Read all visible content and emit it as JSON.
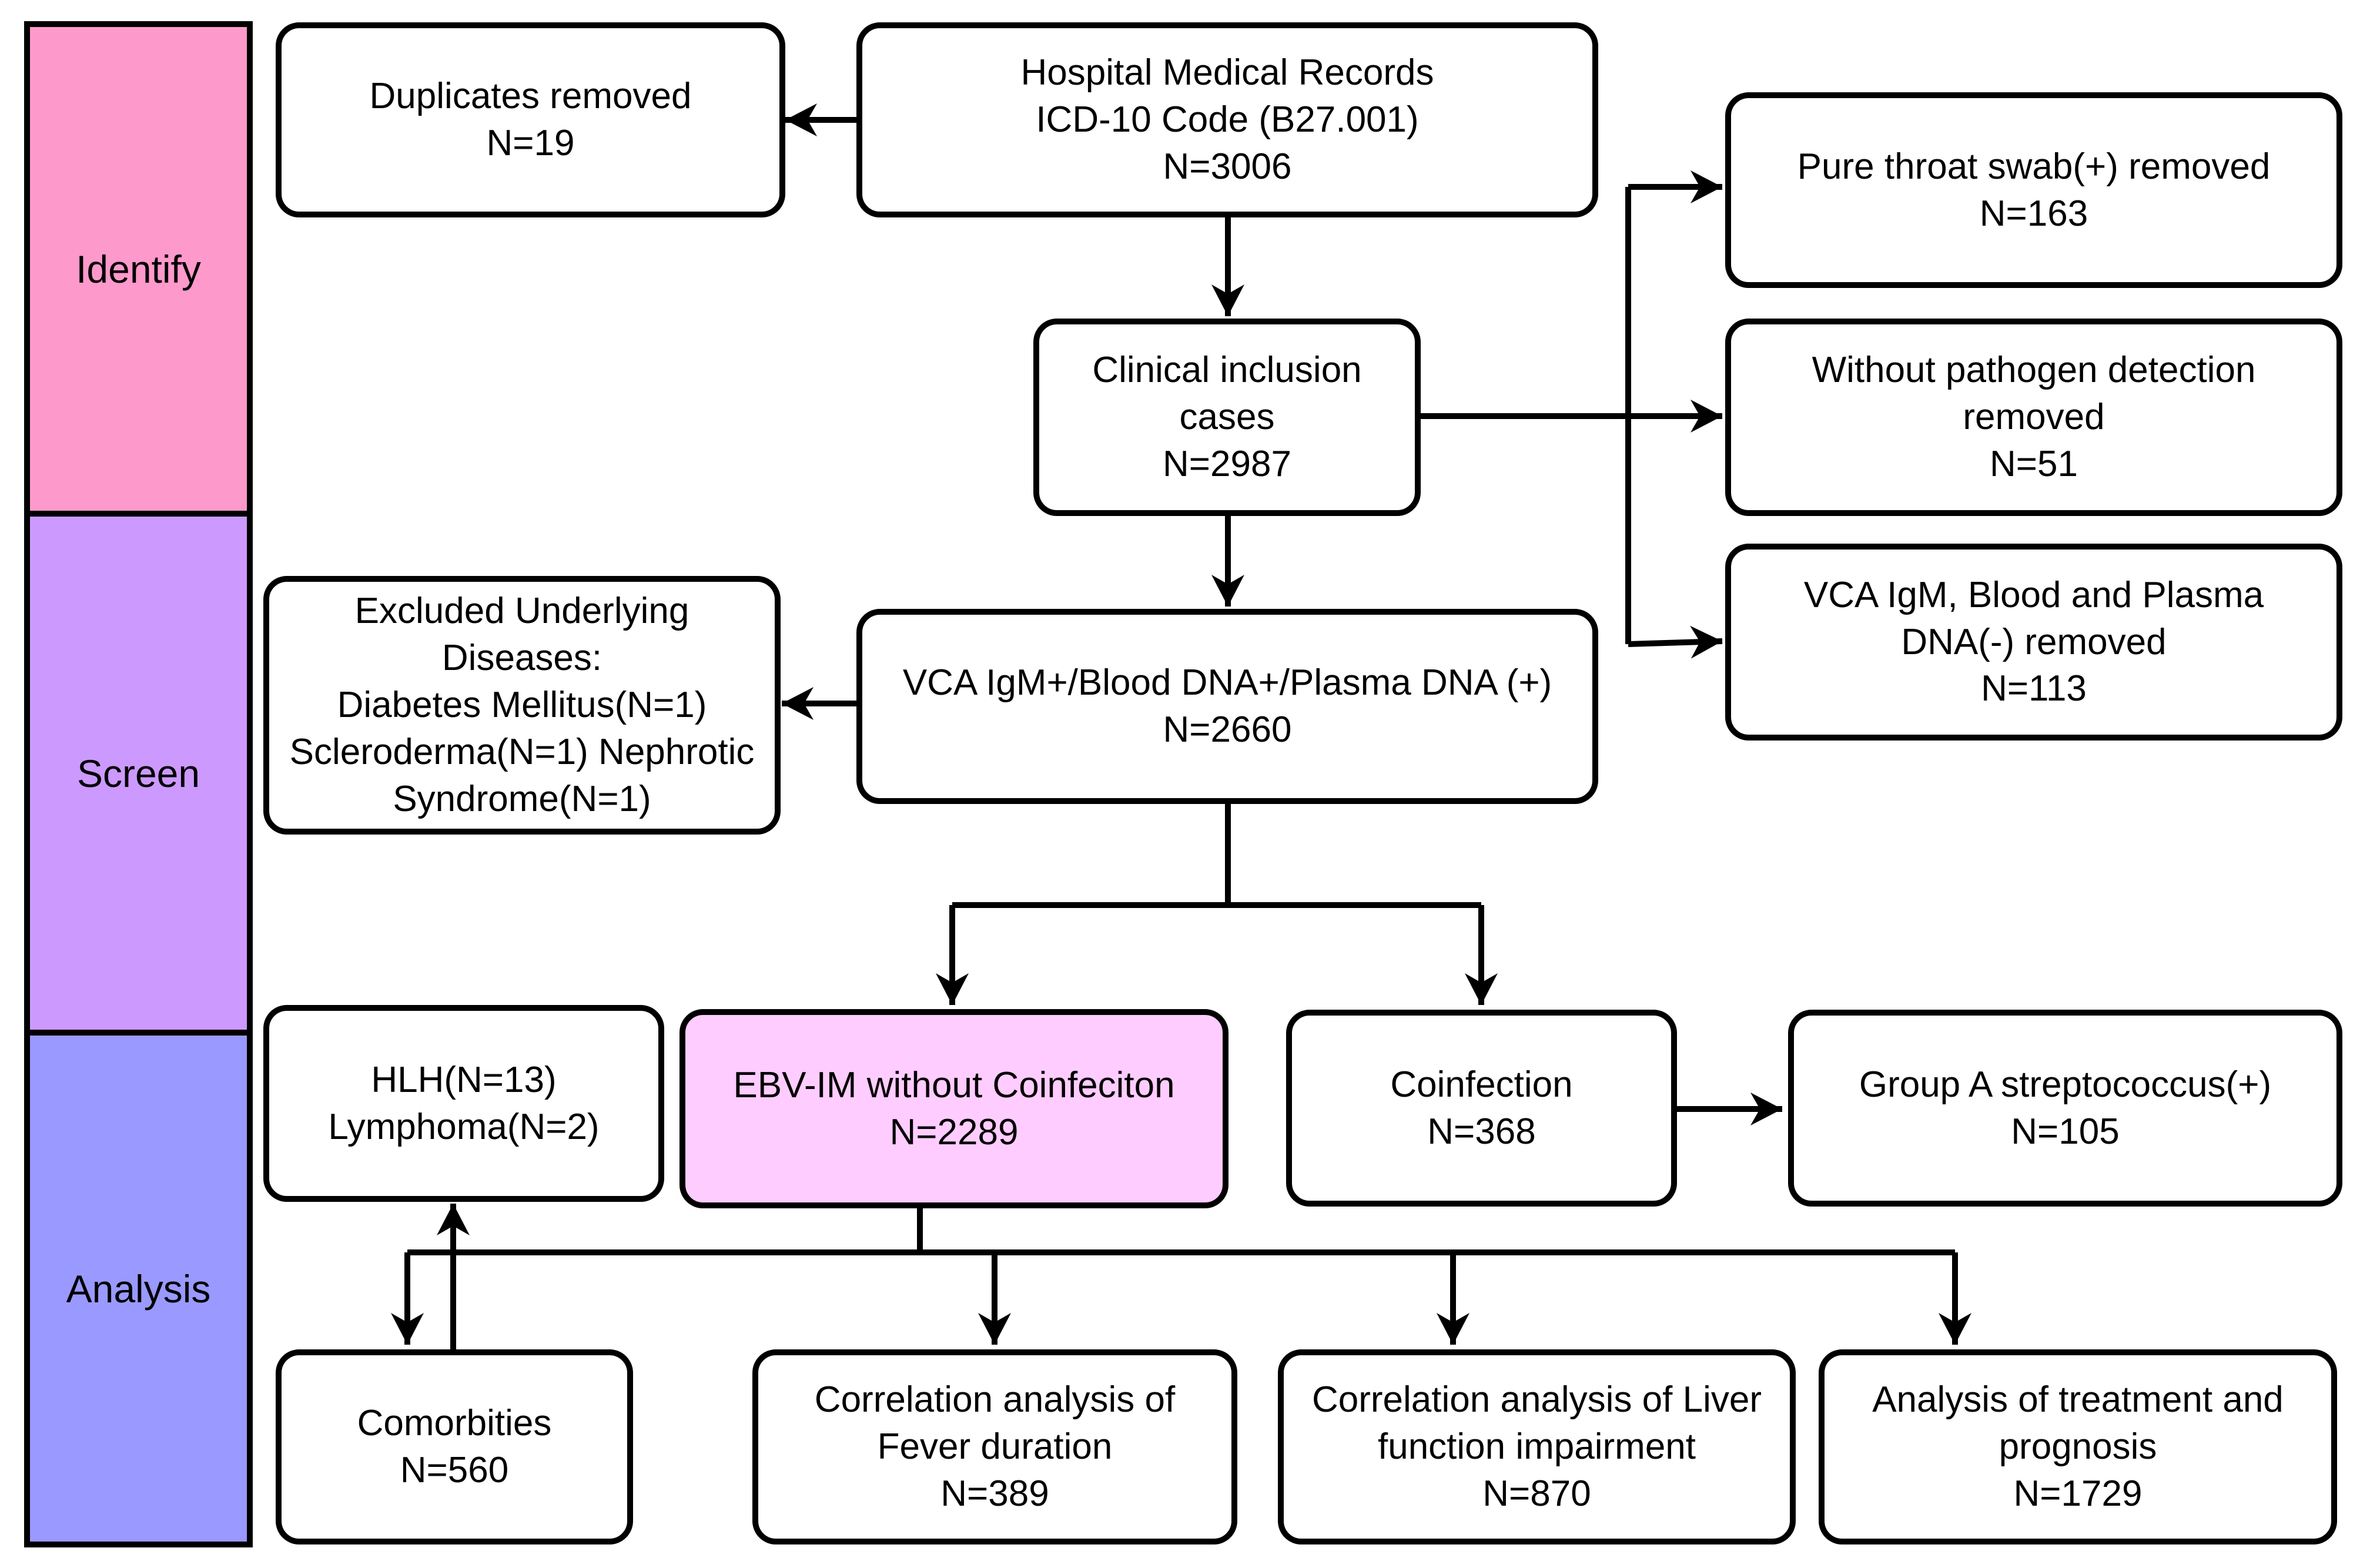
{
  "phases": {
    "identify": {
      "label": "Identify",
      "color": "#fe99cc"
    },
    "screen": {
      "label": "Screen",
      "color": "#cc99ff"
    },
    "analysis": {
      "label": "Analysis",
      "color": "#9999ff"
    }
  },
  "boxes": {
    "records": {
      "lines": [
        "Hospital Medical Records",
        "ICD-10 Code (B27.001)",
        "N=3006"
      ]
    },
    "duplicates": {
      "lines": [
        "Duplicates removed",
        "N=19"
      ]
    },
    "clinical": {
      "lines": [
        "Clinical inclusion",
        "cases",
        "N=2987"
      ]
    },
    "throat": {
      "lines": [
        "Pure throat swab(+) removed",
        "N=163"
      ]
    },
    "pathogen": {
      "lines": [
        "Without pathogen detection",
        "removed",
        "N=51"
      ]
    },
    "vca_removed": {
      "lines": [
        "VCA IgM, Blood and Plasma",
        "DNA(-) removed",
        "N=113"
      ]
    },
    "vca_positive": {
      "lines": [
        "VCA IgM+/Blood DNA+/Plasma DNA (+)",
        "N=2660"
      ]
    },
    "excluded": {
      "lines": [
        "Excluded Underlying",
        "Diseases:",
        "Diabetes Mellitus(N=1)",
        "Scleroderma(N=1) Nephrotic",
        "Syndrome(N=1)"
      ]
    },
    "ebv_im": {
      "lines": [
        "EBV-IM without Coinfeciton",
        "N=2289"
      ],
      "fill": "#ffccff"
    },
    "coinfection": {
      "lines": [
        "Coinfection",
        "N=368"
      ]
    },
    "gas": {
      "lines": [
        "Group A streptococcus(+)",
        "N=105"
      ]
    },
    "hlh": {
      "lines": [
        "HLH(N=13)",
        "Lymphoma(N=2)"
      ]
    },
    "comorbities": {
      "lines": [
        "Comorbities",
        "N=560"
      ]
    },
    "fever": {
      "lines": [
        "Correlation analysis of",
        "Fever duration",
        "N=389"
      ]
    },
    "liver": {
      "lines": [
        "Correlation analysis of Liver",
        "function impairment",
        "N=870"
      ]
    },
    "treatment": {
      "lines": [
        "Analysis of treatment and",
        "prognosis",
        "N=1729"
      ]
    }
  }
}
